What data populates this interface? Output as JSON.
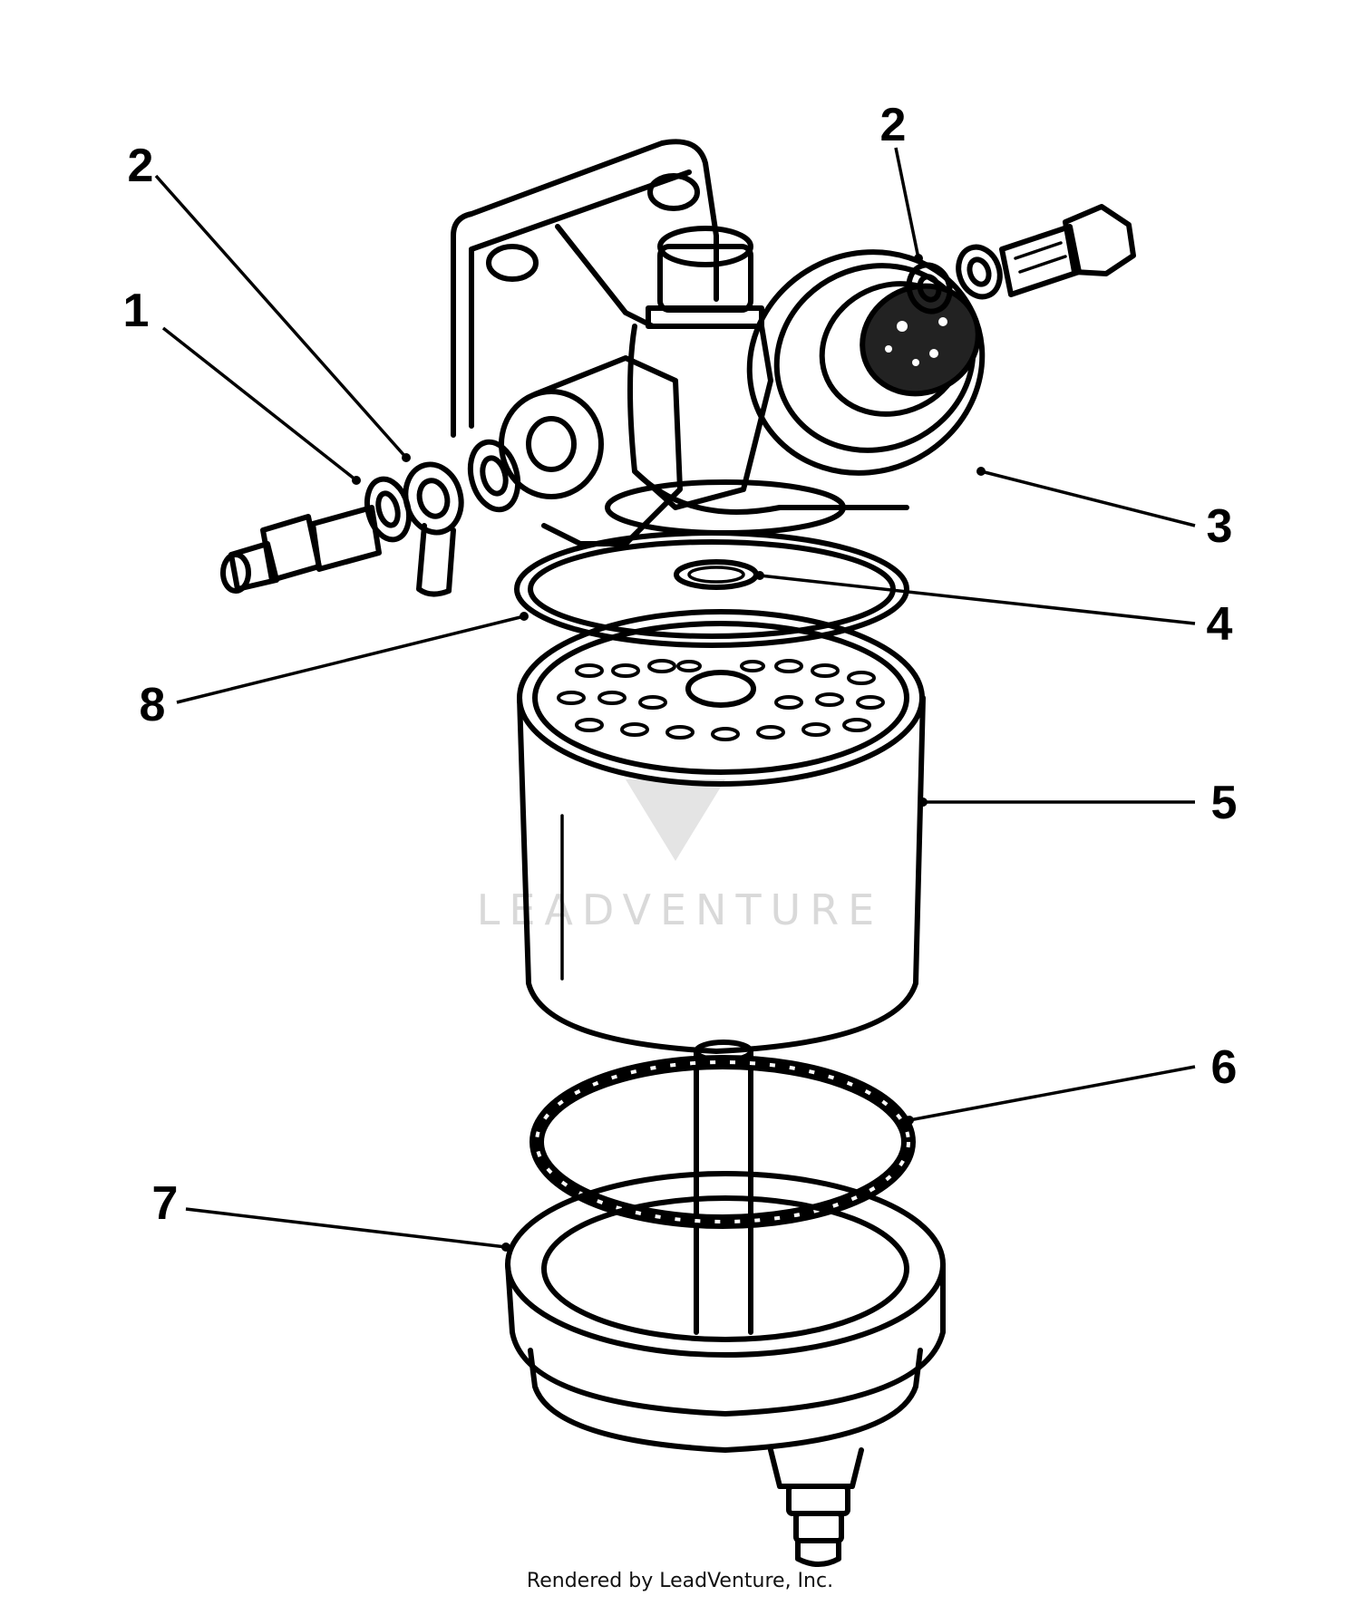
{
  "callouts": [
    {
      "id": "1",
      "label": "1"
    },
    {
      "id": "2a",
      "label": "2"
    },
    {
      "id": "2b",
      "label": "2"
    },
    {
      "id": "3",
      "label": "3"
    },
    {
      "id": "4",
      "label": "4"
    },
    {
      "id": "5",
      "label": "5"
    },
    {
      "id": "6",
      "label": "6"
    },
    {
      "id": "7",
      "label": "7"
    },
    {
      "id": "8",
      "label": "8"
    }
  ],
  "watermark": {
    "text": "LEADVENTURE"
  },
  "footer": {
    "credit": "Rendered by LeadVenture, Inc."
  },
  "colors": {
    "ink": "#000000",
    "background": "#ffffff",
    "watermark": "#d9d9d9"
  }
}
